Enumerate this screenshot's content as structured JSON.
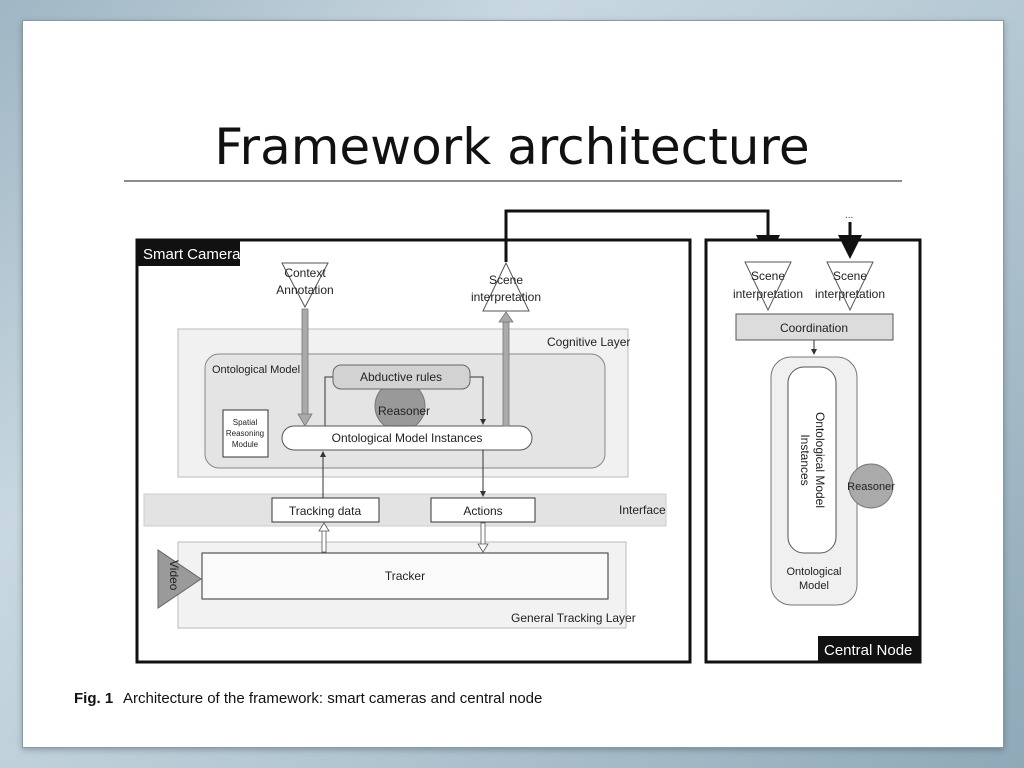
{
  "slide": {
    "title": "Framework architecture"
  },
  "diagram": {
    "smart_camera": {
      "label": "Smart Camera",
      "context_annotation": [
        "Context",
        "Annotation"
      ],
      "scene_interpretation": [
        "Scene",
        "interpretation"
      ],
      "cognitive_layer": "Cognitive Layer",
      "ontological_model": "Ontological Model",
      "abductive_rules": "Abductive rules",
      "reasoner": "Reasoner",
      "spatial_reasoning_module": [
        "Spatial",
        "Reasoning",
        "Module"
      ],
      "ontological_model_instances": "Ontological Model Instances",
      "interface": "Interface",
      "tracking_data": "Tracking data",
      "actions": "Actions",
      "video": "Video",
      "tracker": "Tracker",
      "general_tracking_layer": "General Tracking Layer"
    },
    "central_node": {
      "label": "Central Node",
      "ellipsis": "...",
      "scene_interpretation_1": [
        "Scene",
        "interpretation"
      ],
      "scene_interpretation_2": [
        "Scene",
        "interpretation"
      ],
      "coordination": "Coordination",
      "ontological_model_instances": [
        "Ontological Model",
        "Instances"
      ],
      "reasoner": "Reasoner",
      "ontological_model": [
        "Ontological",
        "Model"
      ]
    },
    "caption": {
      "label": "Fig. 1",
      "text": "Architecture of the framework: smart cameras and central node"
    }
  }
}
